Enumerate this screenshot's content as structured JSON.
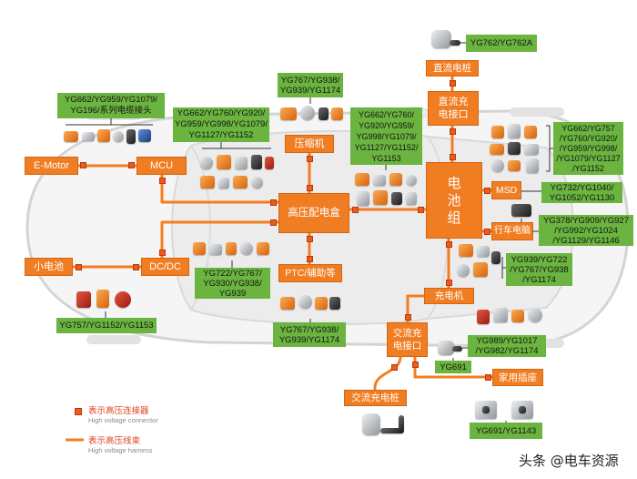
{
  "diagram": {
    "components": {
      "e_motor": "E-Motor",
      "mcu": "MCU",
      "compressor": "压缩机",
      "hv_distribution_box": "高压配电盒",
      "ptc": "PTC/辅助等",
      "small_battery": "小电池",
      "dcdc": "DC/DC",
      "dc_charging_pile": "直流电桩",
      "dc_charging_port": [
        "直流充",
        "电接口"
      ],
      "battery_pack": [
        "电",
        "池",
        "组"
      ],
      "msd": "MSD",
      "vehicle_computer": "行车电脑",
      "charger": "充电机",
      "ac_charging_port": [
        "交流充",
        "电接口"
      ],
      "household_socket": "家用插座",
      "ac_charging_pile": "交流充电桩"
    },
    "part_numbers": {
      "cable_joints": [
        "YG662/YG959/YG1079/",
        "YG196/系列电缆接头"
      ],
      "mcu": [
        "YG662/YG760/YG920/",
        "YG959/YG998/YG1079/",
        "YG1127/YG1152"
      ],
      "compressor": [
        "YG767/YG938/",
        "YG939/YG1174"
      ],
      "hv_distribution_box": [
        "YG662/YG760/",
        "YG920/YG959/",
        "YG998/YG1079/",
        "YG1127/YG1152/",
        "YG1153"
      ],
      "dc_charging_pile": [
        "YG762/YG762A"
      ],
      "battery_pack": [
        "YG662/YG757",
        "/YG760/YG920/",
        "/YG959/YG998/",
        "/YG1079/YG1127",
        "/YG1152"
      ],
      "msd": [
        "YG732/YG1040/",
        "YG1052/YG1130"
      ],
      "vehicle_computer": [
        "YG378/YG909/YG927",
        "/YG992/YG1024",
        "/YG1129/YG1146"
      ],
      "charger": [
        "YG939/YG722",
        "/YG767/YG938",
        "/YG1174"
      ],
      "ptc": [
        "YG722/YG767/",
        "YG930/YG938/",
        "YG939"
      ],
      "dcdc": [
        "YG757/YG1152/YG1153"
      ],
      "ac_harness": [
        "YG767/YG938/",
        "YG939/YG1174"
      ],
      "ac_charging_port": [
        "YG989/YG1017",
        "/YG982/YG1174"
      ],
      "ac_plug": [
        "YG691"
      ],
      "household_socket": [
        "YG691/YG1143"
      ]
    },
    "legend": {
      "connector_cn": "表示高压连接器",
      "connector_en": "High voltage connector",
      "harness_cn": "表示高压线束",
      "harness_en": "High voltage harness"
    }
  },
  "watermark": "头条 @电车资源",
  "colors": {
    "component_orange": "#f07d22",
    "part_number_green": "#6ab43f",
    "harness_orange": "#f47c20",
    "connector_marker": "#ee5a1c",
    "legend_text_red": "#e0401c",
    "car_outline_gray": "#d4d4d4"
  }
}
